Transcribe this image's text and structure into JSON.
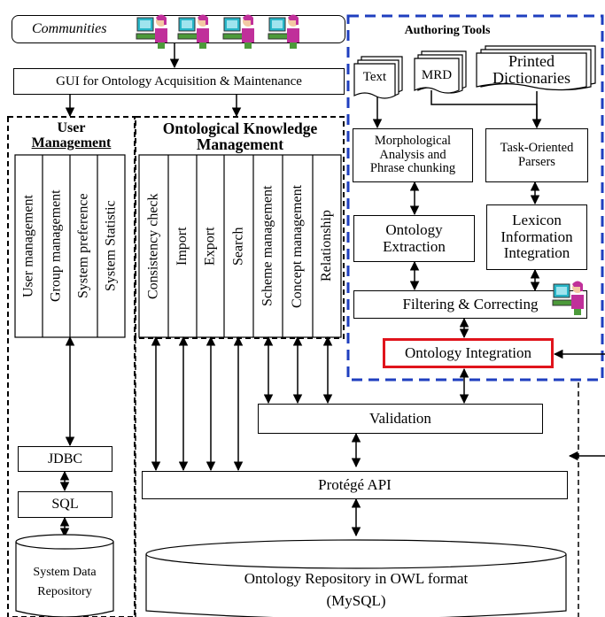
{
  "communities": {
    "label": "Communities"
  },
  "gui": {
    "label": "GUI for Ontology Acquisition & Maintenance"
  },
  "user_management": {
    "title_line1": "User",
    "title_line2": "Management",
    "columns": [
      "User management",
      "Group management",
      "System preference",
      "System Statistic"
    ]
  },
  "okm": {
    "title_line1": "Ontological Knowledge",
    "title_line2": "Management",
    "columns": [
      "Consistency check",
      "Import",
      "Export",
      "Search",
      "Scheme management",
      "Concept management",
      "Relationship"
    ]
  },
  "authoring": {
    "title": "Authoring Tools",
    "sources": {
      "text": "Text",
      "mrd": "MRD",
      "printed_line1": "Printed",
      "printed_line2": "Dictionaries"
    },
    "morph_line1": "Morphological",
    "morph_line2": "Analysis and",
    "morph_line3": "Phrase chunking",
    "parsers_line1": "Task-Oriented",
    "parsers_line2": "Parsers",
    "extraction_line1": "Ontology",
    "extraction_line2": "Extraction",
    "lexicon_line1": "Lexicon",
    "lexicon_line2": "Information",
    "lexicon_line3": "Integration",
    "filtering": "Filtering & Correcting",
    "integration": "Ontology Integration"
  },
  "jdbc": "JDBC",
  "sql": "SQL",
  "system_repo_line1": "System Data",
  "system_repo_line2": "Repository",
  "validation": "Validation",
  "protege": "Protégé API",
  "ontology_repo_line1": "Ontology Repository in OWL format",
  "ontology_repo_line2": "(MySQL)",
  "colors": {
    "dashed_blue": "#1f3fbf",
    "highlight_red": "#e0141c",
    "person_cyan": "#27b6c8",
    "person_green": "#4c9a3a",
    "person_skin": "#f3c9a3",
    "person_magenta": "#c0309a"
  }
}
